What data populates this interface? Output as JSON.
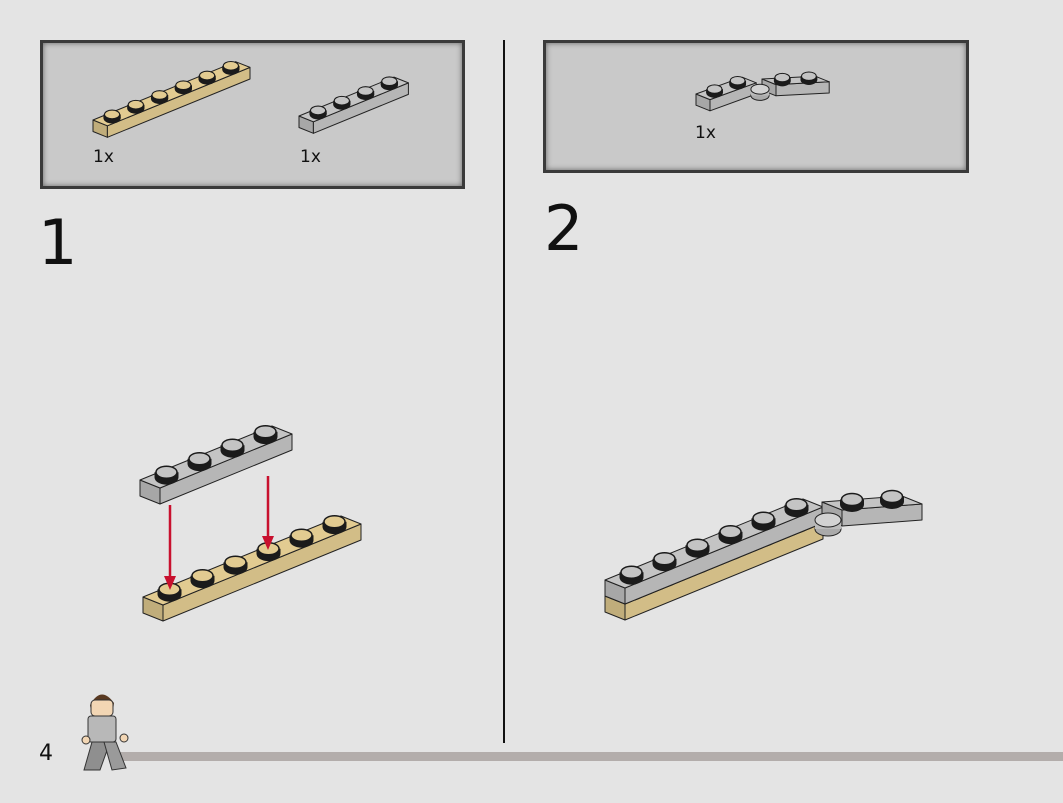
{
  "page_number": "4",
  "colors": {
    "tan": "#e2cb91",
    "light_grey": "#c4c4c4",
    "arrow": "#c8102e"
  },
  "steps": [
    {
      "number": "1",
      "parts": [
        {
          "part": "plate-1x6",
          "color": "tan",
          "qty": "1x"
        },
        {
          "part": "plate-1x4",
          "color": "light_grey",
          "qty": "1x"
        }
      ]
    },
    {
      "number": "2",
      "parts": [
        {
          "part": "hinge-plate-1x4",
          "color": "light_grey",
          "qty": "1x"
        }
      ]
    }
  ]
}
